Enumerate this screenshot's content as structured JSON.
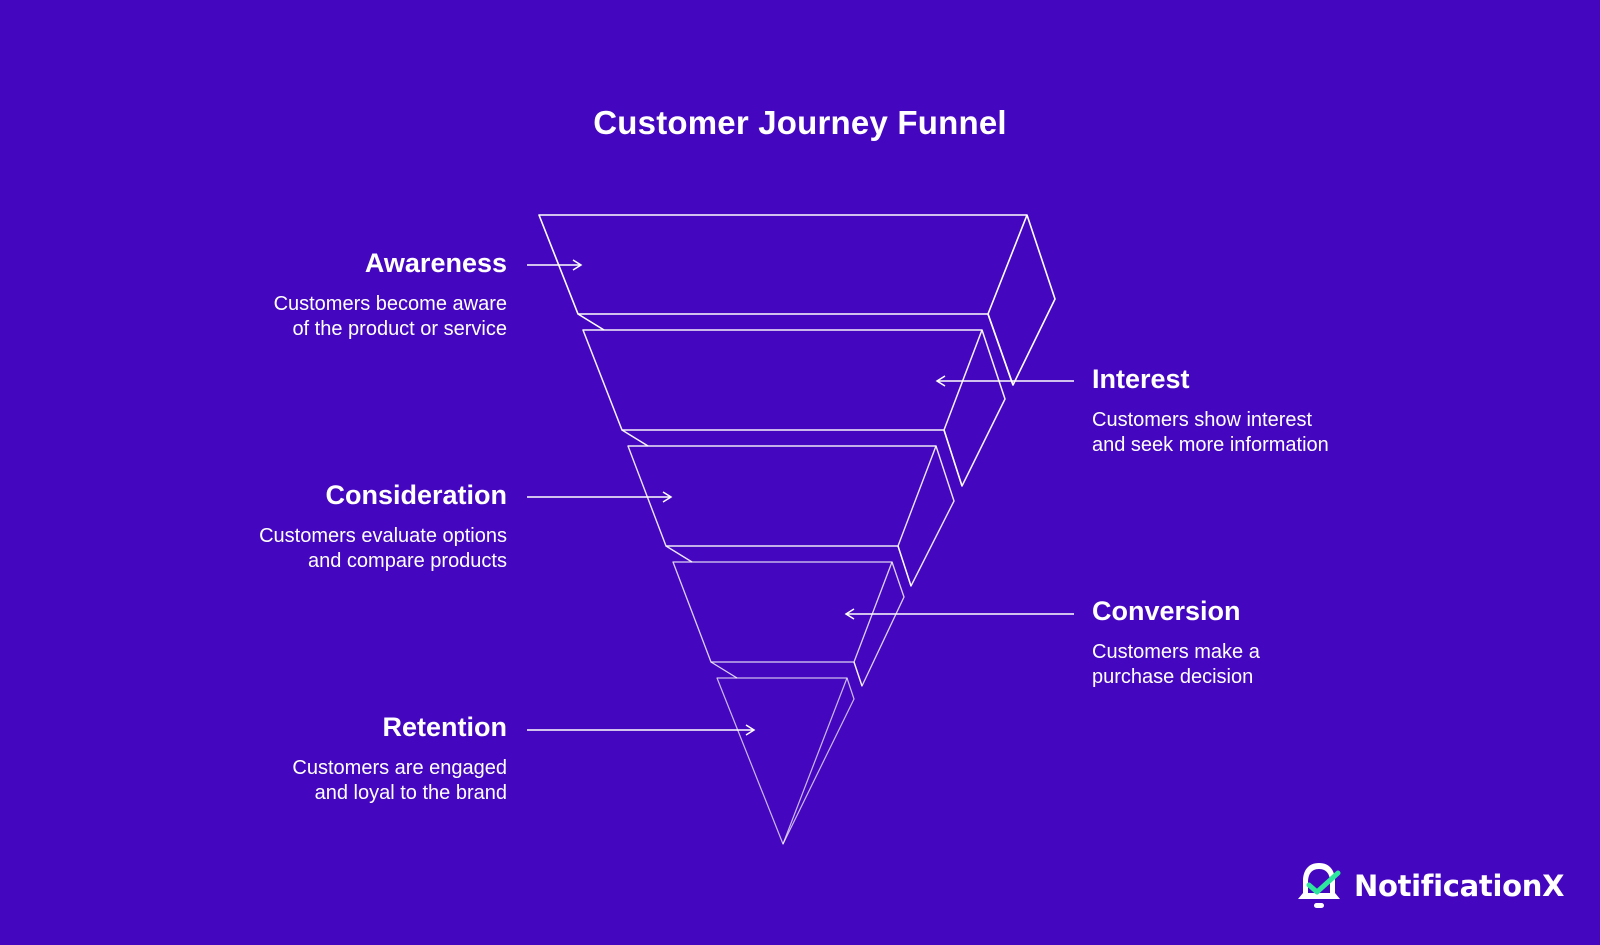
{
  "title": "Customer Journey Funnel",
  "stages": [
    {
      "label": "Awareness",
      "desc": [
        "Customers become aware",
        "of the product or service"
      ],
      "side": "left"
    },
    {
      "label": "Interest",
      "desc": [
        "Customers show interest",
        "and seek more information"
      ],
      "side": "right"
    },
    {
      "label": "Consideration",
      "desc": [
        "Customers evaluate options",
        "and compare products"
      ],
      "side": "left"
    },
    {
      "label": "Conversion",
      "desc": [
        "Customers make a",
        "purchase decision"
      ],
      "side": "right"
    },
    {
      "label": "Retention",
      "desc": [
        "Customers are engaged",
        "and loyal to the brand"
      ],
      "side": "left"
    }
  ],
  "brand": {
    "name": "NotificationX",
    "icon": "bell-check-icon"
  },
  "colors": {
    "background": "#4506bf",
    "line": "#ffffff",
    "brand_accent": "#2ee59d"
  }
}
